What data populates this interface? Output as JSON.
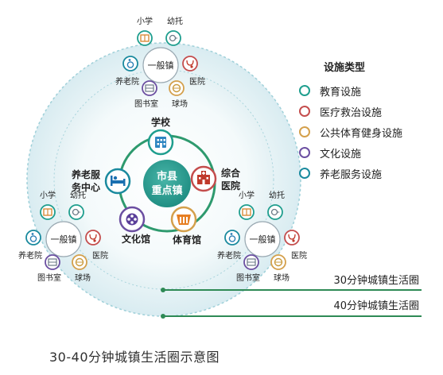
{
  "caption": "30-40分钟城镇生活圈示意图",
  "legend": {
    "title": "设施类型",
    "items": [
      {
        "label": "教育设施",
        "color": "#1f9e8e"
      },
      {
        "label": "医疗救治设施",
        "color": "#c44d4d"
      },
      {
        "label": "公共体育健身设施",
        "color": "#d4a04c"
      },
      {
        "label": "文化设施",
        "color": "#6b4fa1"
      },
      {
        "label": "养老服务设施",
        "color": "#1a8a9e"
      }
    ]
  },
  "center": {
    "label_line1": "市县",
    "label_line2": "重点镇",
    "facilities": {
      "school": "学校",
      "hospital_line1": "综合",
      "hospital_line2": "医院",
      "stadium": "体育馆",
      "culture": "文化馆",
      "elderly_line1": "养老服",
      "elderly_line2": "务中心"
    }
  },
  "town_cluster": {
    "town": "一般镇",
    "primary_school": "小学",
    "kindergarten": "幼托",
    "elderly_home": "养老院",
    "clinic": "医院",
    "library": "图书室",
    "ballfield": "球场"
  },
  "circles": {
    "inner": "30分钟城镇生活圈",
    "outer": "40分钟城镇生活圈"
  }
}
